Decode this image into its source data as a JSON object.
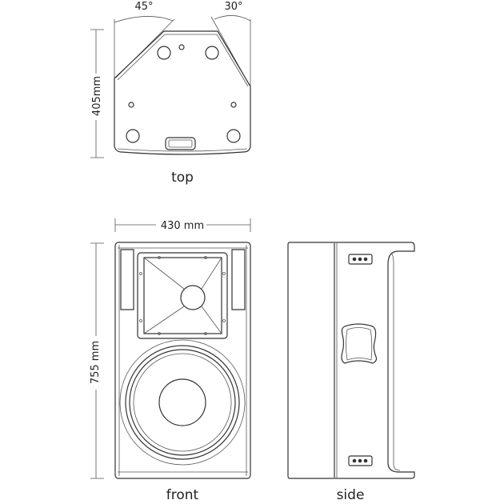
{
  "top_view": {
    "label": "top",
    "depth_dim": "405mm",
    "angle_left": "45°",
    "angle_right": "30°"
  },
  "front_view": {
    "label": "front",
    "width_dim": "430 mm",
    "height_dim": "755 mm"
  },
  "side_view": {
    "label": "side"
  }
}
